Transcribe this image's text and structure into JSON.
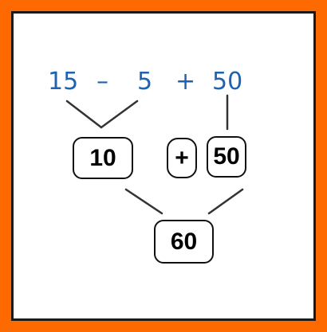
{
  "expression": {
    "tokens": [
      "15",
      "–",
      "5",
      "+",
      "50"
    ]
  },
  "boxes": {
    "first_result": "10",
    "operator": "+",
    "second_operand": "50",
    "final_result": "60"
  },
  "colors": {
    "frame": "#ff6a00",
    "expression_text": "#1f63b0",
    "box_border": "#111111",
    "lines": "#333333"
  }
}
